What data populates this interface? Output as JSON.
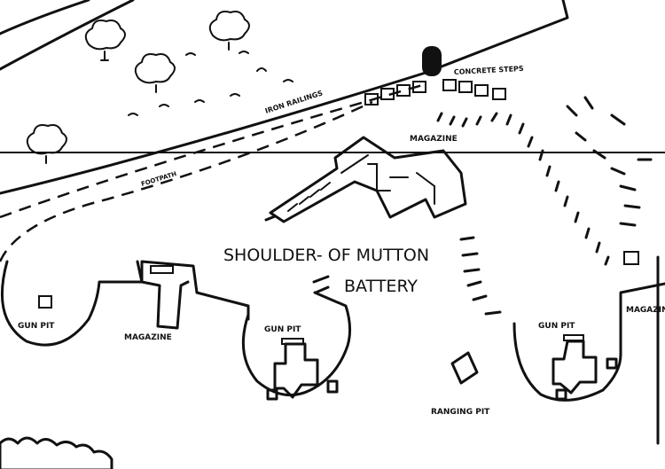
{
  "labels": {
    "concrete_steps": "CONCRETE STEPS",
    "iron_railings": "IRON RAILINGS",
    "footpath": "FOOTPATH",
    "magazine_top": "MAGAZINE",
    "magazine_left": "MAGAZINE",
    "magazine_right": "MAGAZINE",
    "battery_name_line1": "SHOULDER-  OF  MUTTON",
    "battery_name_line2": "BATTERY",
    "gun_pit_left": "GUN PIT",
    "gun_pit_center": "GUN PIT",
    "gun_pit_right": "GUN PIT",
    "ranging_pit": "RANGING PIT"
  }
}
